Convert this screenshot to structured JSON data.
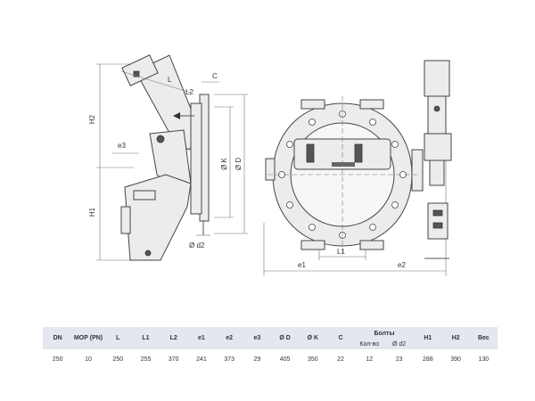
{
  "drawing": {
    "side_view": {
      "dims": {
        "h1": "H1",
        "h2": "H2",
        "l": "L",
        "l2": "L2",
        "c": "C",
        "e3": "e3",
        "phi_k": "Ø K",
        "phi_d": "Ø D",
        "phi_d2": "Ø d2"
      }
    },
    "front_view": {
      "dims": {
        "l1": "L1",
        "e1": "e1",
        "e2": "e2"
      }
    }
  },
  "table": {
    "headers": {
      "dn": "DN",
      "mop": "МОР (PN)",
      "l": "L",
      "l1": "L1",
      "l2": "L2",
      "e1": "e1",
      "e2": "e2",
      "e3": "e3",
      "phi_d": "Ø D",
      "phi_k": "Ø K",
      "c": "C",
      "bolts": "Болты",
      "bolts_qty": "Кол-во",
      "bolts_d2": "Ø d2",
      "h1": "H1",
      "h2": "H2",
      "weight": "Вес"
    },
    "row": {
      "dn": "250",
      "mop": "10",
      "l": "250",
      "l1": "255",
      "l2": "370",
      "e1": "241",
      "e2": "373",
      "e3": "29",
      "phi_d": "405",
      "phi_k": "350",
      "c": "22",
      "bolts_qty": "12",
      "bolts_d2": "23",
      "h1": "288",
      "h2": "390",
      "weight": "130"
    }
  }
}
